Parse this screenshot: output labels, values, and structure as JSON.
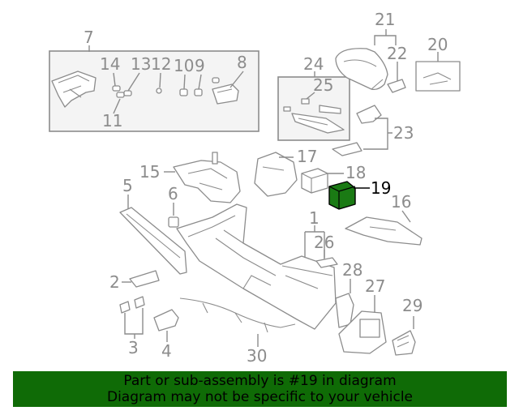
{
  "colors": {
    "line_gray": "#8c8c8c",
    "highlight_fill": "#1a7a14",
    "banner_bg": "#0f6b06",
    "banner_text": "#000000"
  },
  "callouts": [
    "1",
    "2",
    "3",
    "4",
    "5",
    "6",
    "7",
    "8",
    "9",
    "10",
    "11",
    "12",
    "13",
    "14",
    "15",
    "16",
    "17",
    "18",
    "19",
    "20",
    "21",
    "22",
    "23",
    "24",
    "25",
    "26",
    "27",
    "28",
    "29",
    "30"
  ],
  "highlighted_part": "19",
  "footer": {
    "line1": "Part or sub-assembly is #19 in diagram",
    "line2": "Diagram may not be specific to your vehicle"
  }
}
